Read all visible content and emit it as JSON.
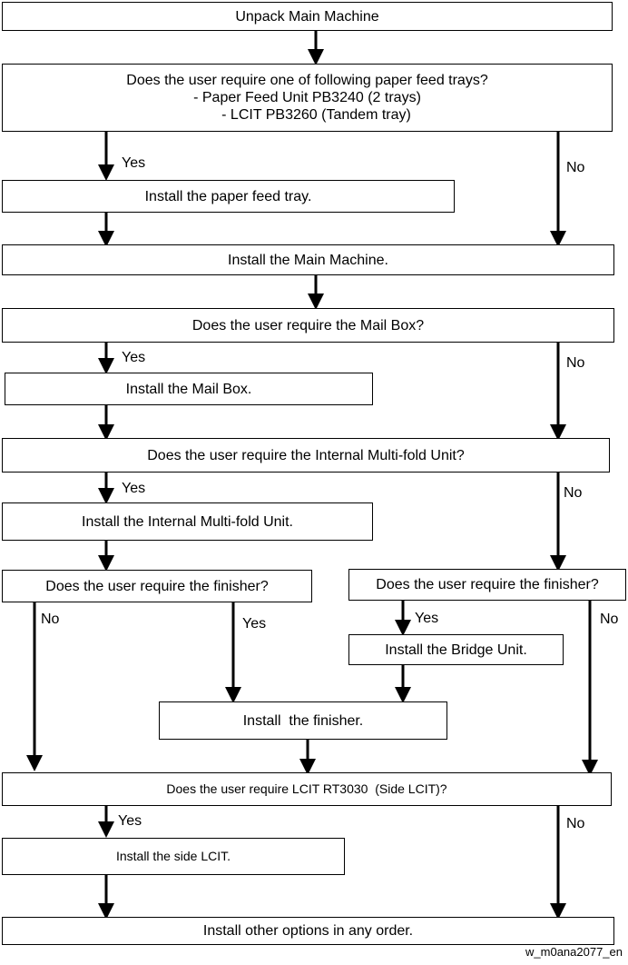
{
  "boxes": {
    "unpack": "Unpack Main Machine",
    "q_tray": [
      "Does the user require one of following paper feed trays?",
      "- Paper Feed Unit PB3240 (2 trays)",
      "- LCIT PB3260 (Tandem tray)"
    ],
    "install_tray": "Install the paper feed tray.",
    "install_main": "Install the Main Machine.",
    "q_mailbox": "Does the user require the Mail Box?",
    "install_mailbox": "Install the Mail Box.",
    "q_multifold": "Does the user require the Internal Multi-fold Unit?",
    "install_multifold": "Install the Internal Multi-fold Unit.",
    "q_finisher_left": "Does the user require the finisher?",
    "q_finisher_right": "Does the user require the finisher?",
    "install_bridge": "Install the Bridge Unit.",
    "install_finisher": "Install  the finisher.",
    "q_lcit": "Does the user require LCIT RT3030  (Side LCIT)?",
    "install_lcit": "Install the side LCIT.",
    "install_other": "Install other options in any order."
  },
  "labels": {
    "yes": "Yes",
    "no": "No"
  },
  "footer": "w_m0ana2077_en"
}
